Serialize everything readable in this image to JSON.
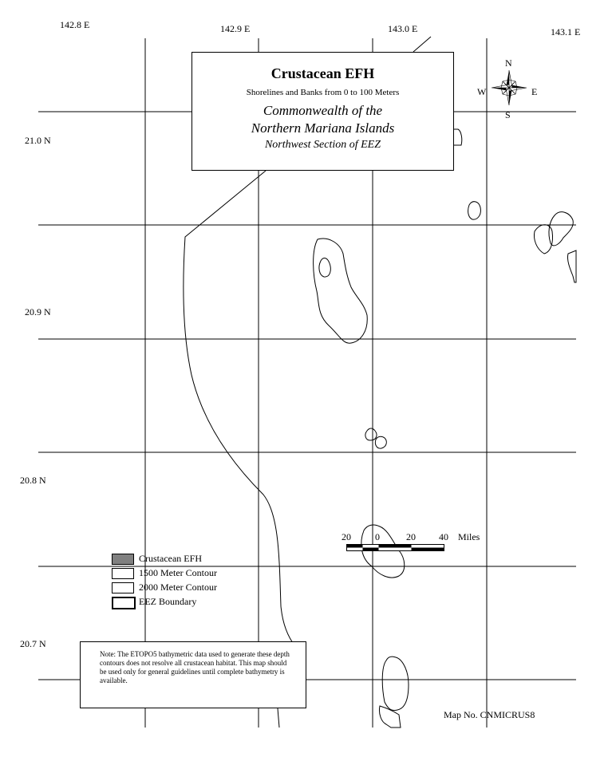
{
  "title": {
    "main": "Crustacean EFH",
    "subtitle": "Shorelines and Banks from 0 to 100 Meters",
    "region_line1": "Commonwealth of the",
    "region_line2": "Northern Mariana Islands",
    "section": "Northwest Section of EEZ"
  },
  "graticule": {
    "longitudes": [
      "142.8 E",
      "142.9 E",
      "143.0 E",
      "143.1 E"
    ],
    "latitudes": [
      "21.0 N",
      "20.9 N",
      "20.8 N",
      "20.7 N"
    ]
  },
  "compass": {
    "north": "N",
    "south": "S",
    "east": "E",
    "west": "W"
  },
  "scale": {
    "ticks": [
      "20",
      "0",
      "20",
      "40"
    ],
    "unit": "Miles"
  },
  "legend": [
    {
      "label": "Crustacean EFH",
      "fill": "#808080"
    },
    {
      "label": "1500 Meter Contour",
      "fill": "#ffffff"
    },
    {
      "label": "2000 Meter Contour",
      "fill": "#ffffff"
    },
    {
      "label": "EEZ Boundary",
      "fill": "#ffffff"
    }
  ],
  "note": "Note: The ETOPO5 bathymetric data used to generate these depth contours does not resolve all crustacean habitat. This map should be used only for general guidelines until complete bathymetry is available.",
  "map_number": "Map No. CNMICRUS8",
  "colors": {
    "line": "#000000",
    "efh_fill": "#808080",
    "background": "#ffffff"
  }
}
